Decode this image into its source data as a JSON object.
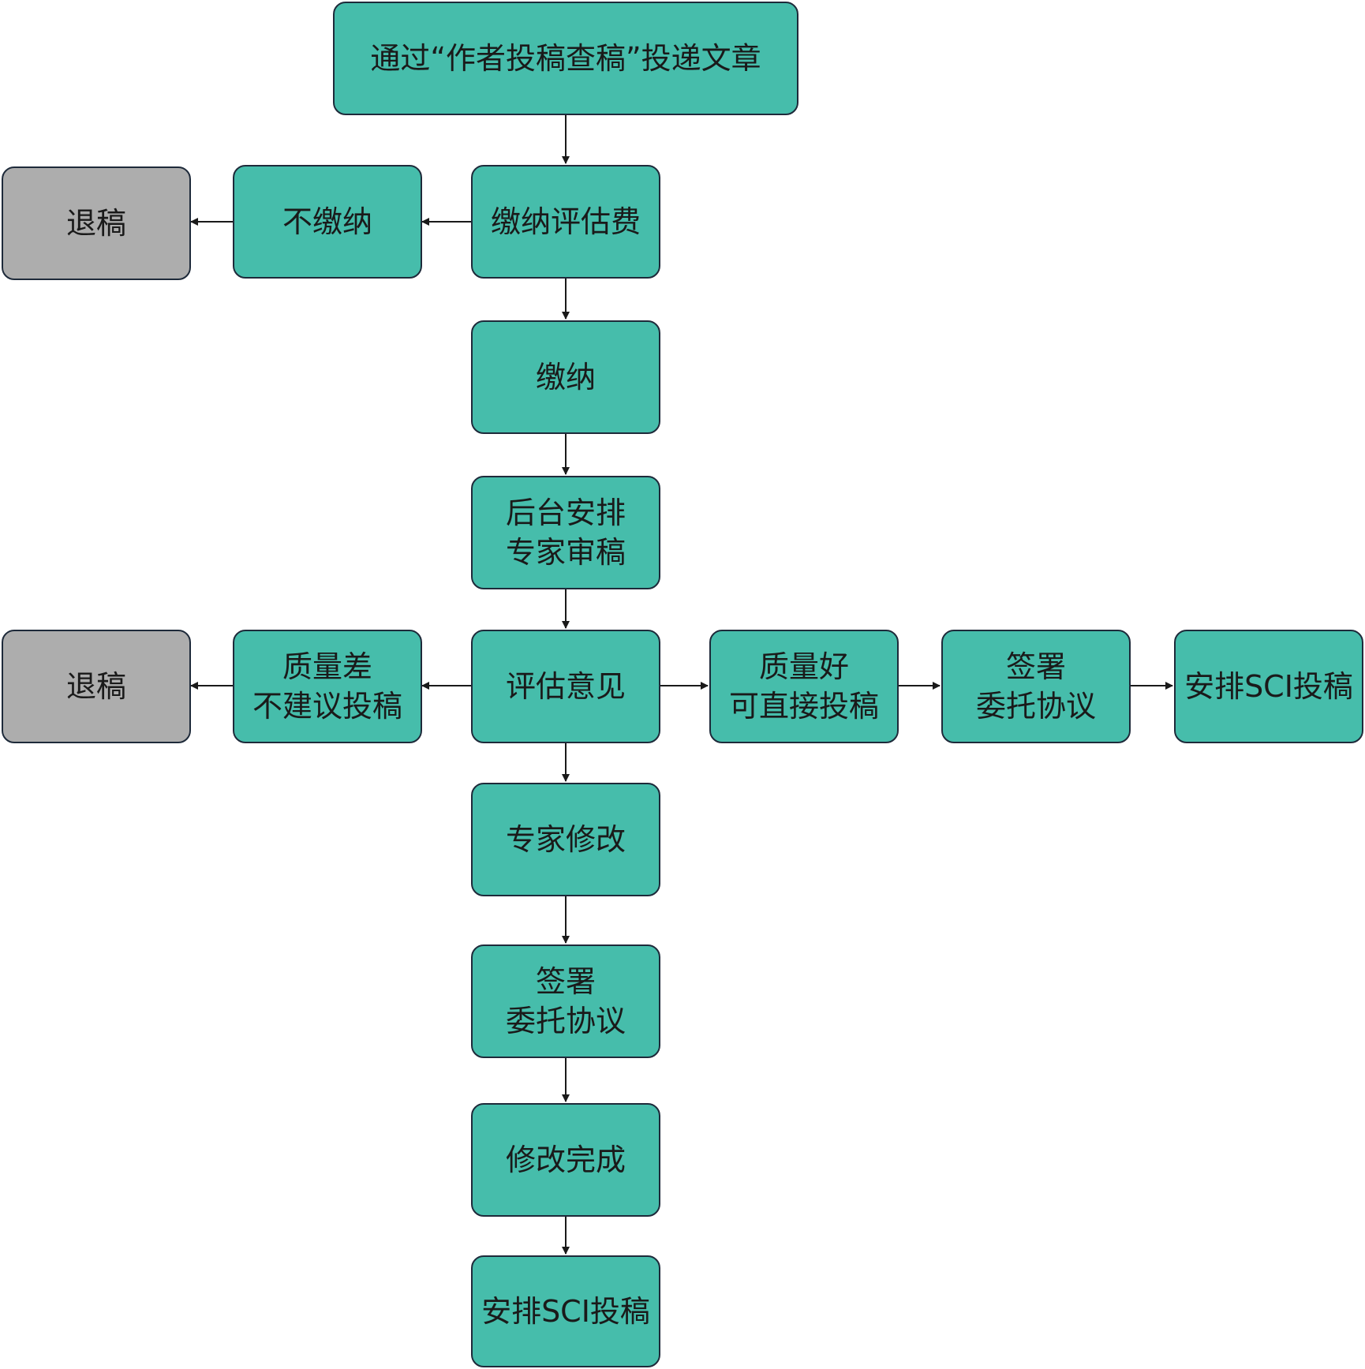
{
  "colors": {
    "process": "#46bdab",
    "reject": "#adadad",
    "border": "#1e2a3a",
    "arrow": "#1a1a1a"
  },
  "nodes": {
    "submit": [
      "通过“作者投稿查稿”投递文章"
    ],
    "pay_fee": [
      "缴纳评估费"
    ],
    "no_pay": [
      "不缴纳"
    ],
    "reject_1": [
      "退稿"
    ],
    "paid": [
      "缴纳"
    ],
    "arrange_review": [
      "后台安排",
      "专家审稿"
    ],
    "evaluation": [
      "评估意见"
    ],
    "poor_quality": [
      "质量差",
      "不建议投稿"
    ],
    "reject_2": [
      "退稿"
    ],
    "good_quality": [
      "质量好",
      "可直接投稿"
    ],
    "sign_agreement_right": [
      "签署",
      "委托协议"
    ],
    "arrange_sci_right": [
      "安排SCI投稿"
    ],
    "expert_revise": [
      "专家修改"
    ],
    "sign_agreement_down": [
      "签署",
      "委托协议"
    ],
    "revise_done": [
      "修改完成"
    ],
    "arrange_sci_down": [
      "安排SCI投稿"
    ]
  }
}
